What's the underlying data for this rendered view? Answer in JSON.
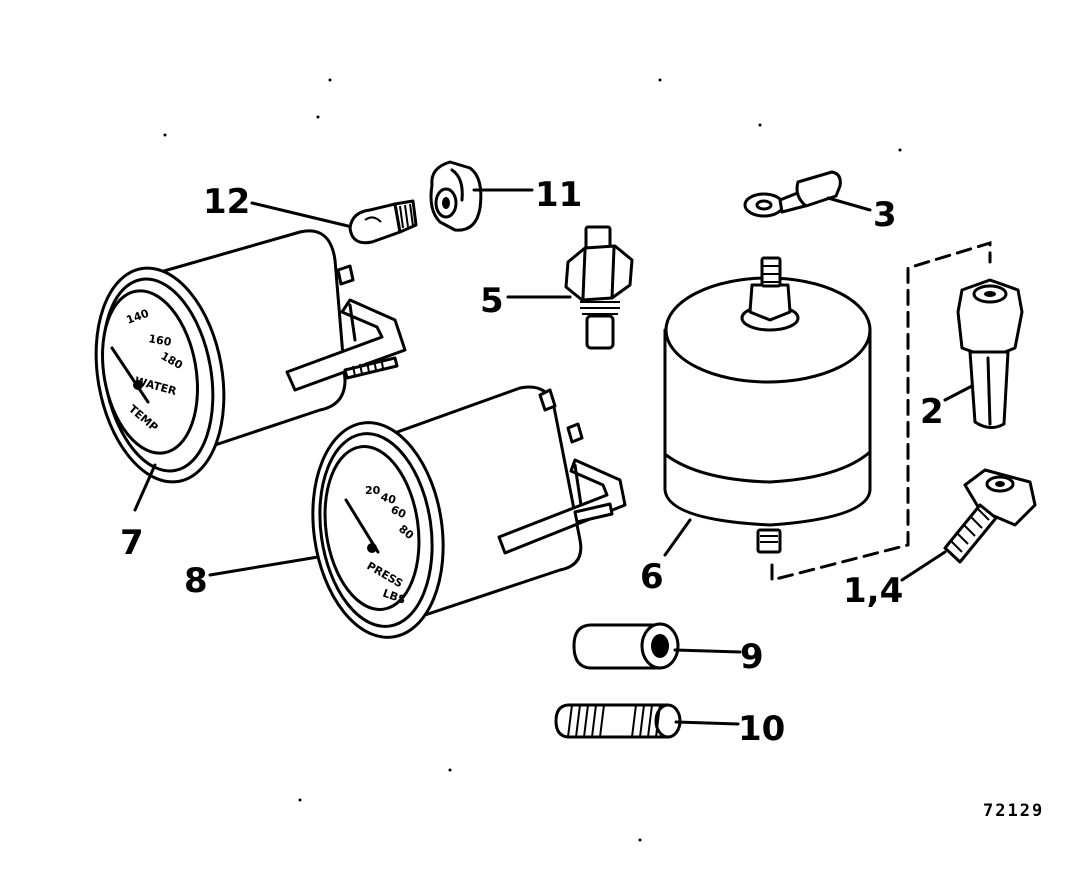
{
  "callouts": {
    "c1_4": "1,4",
    "c2": "2",
    "c3": "3",
    "c5": "5",
    "c6": "6",
    "c7": "7",
    "c8": "8",
    "c9": "9",
    "c10": "10",
    "c11": "11",
    "c12": "12"
  },
  "figure_ref": "72129",
  "temp_gauge": {
    "brand": "WATER",
    "word": "TEMP",
    "ticks": [
      "140",
      "160",
      "180"
    ]
  },
  "pressure_gauge": {
    "word": "PRESS",
    "ticks": [
      "20",
      "40",
      "60",
      "80"
    ],
    "unit": "LBS"
  }
}
